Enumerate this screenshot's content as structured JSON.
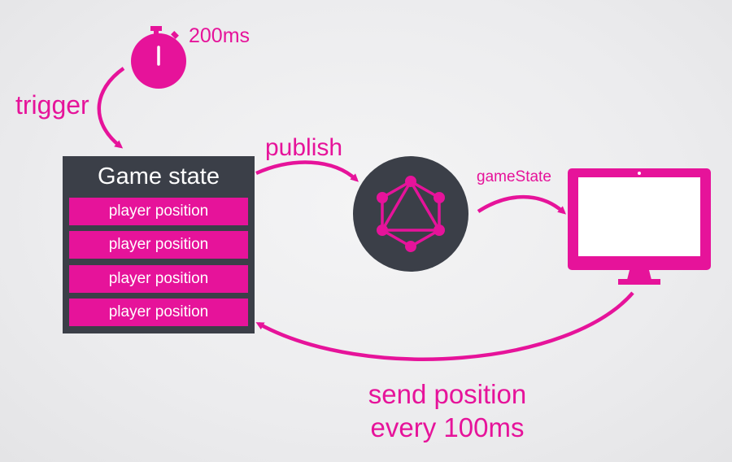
{
  "accent_color": "#e6139a",
  "box_color": "#3b3f48",
  "timer": {
    "label": "200ms",
    "icon": "stopwatch-icon"
  },
  "trigger_label": "trigger",
  "publish_label": "publish",
  "server": {
    "icon": "graphql-logo-icon"
  },
  "gamestate_label": "gameState",
  "client": {
    "icon": "monitor-icon"
  },
  "game_state": {
    "title": "Game state",
    "rows": [
      "player position",
      "player position",
      "player position",
      "player position"
    ]
  },
  "send_label": {
    "line1": "send position",
    "line2": "every 100ms"
  }
}
